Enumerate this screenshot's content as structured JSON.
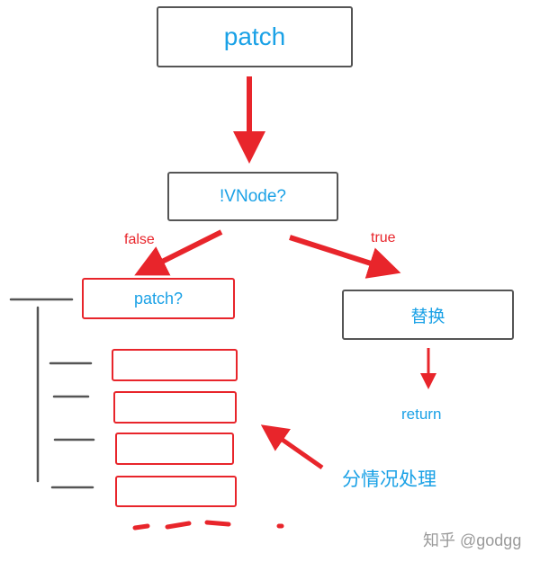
{
  "nodes": {
    "patch": "patch",
    "vnode_check": "!VNode?",
    "patch_q": "patch?",
    "replace": "替换",
    "return": "return"
  },
  "edges": {
    "false_label": "false",
    "true_label": "true"
  },
  "annotation": "分情况处理",
  "watermark": "知乎 @godgg",
  "colors": {
    "accent_red": "#e8252b",
    "text_blue": "#1aa1e6",
    "box_border": "#555555"
  }
}
